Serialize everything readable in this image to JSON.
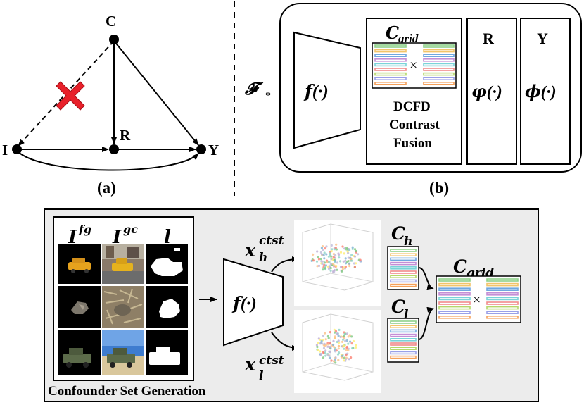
{
  "panel_a": {
    "caption": "(a)",
    "nodes": {
      "c": "C",
      "i": "I",
      "r": "R",
      "y": "Y"
    }
  },
  "panel_b": {
    "caption": "(b)",
    "f_star_label": "𝓕",
    "f_star_sub": "*",
    "encoder_label": "𝒇(·)",
    "cgrid_title": "𝑪",
    "cgrid_sub": "grid",
    "times_symbol": "×",
    "dcfd_lines": [
      "DCFD",
      "Contrast",
      "Fusion"
    ],
    "r_title": "R",
    "r_func": "𝝋(·)",
    "y_title": "Y",
    "y_func": "𝝓(·)"
  },
  "bottom_panel": {
    "background": "#ececec",
    "label": "Confounder Set Generation",
    "col_headers": {
      "fg_base": "𝑰",
      "fg_sup": "𝒇𝒈",
      "gc_base": "𝑰",
      "gc_sup": "𝒈𝒄",
      "l": "𝒍"
    },
    "encoder_label": "𝒇(·)",
    "x_h_base": "𝒙",
    "x_h_sup": "𝒄𝒕𝒔𝒕",
    "x_h_sub": "𝒉",
    "x_l_base": "𝒙",
    "x_l_sup": "𝒄𝒕𝒔𝒕",
    "x_l_sub": "𝒍",
    "c_h_base": "𝑪",
    "c_h_sub": "𝒉",
    "c_l_base": "𝑪",
    "c_l_sub": "𝒍",
    "cgrid_base": "𝑪",
    "cgrid_sub": "𝒈𝒓𝒊𝒅",
    "times_symbol": "×"
  },
  "colors": {
    "cross": "#e8202a",
    "line": "#000000",
    "bar_palette": [
      "#8fd18a",
      "#f2c46a",
      "#6fa7e0",
      "#c48fd6",
      "#7ad3d8",
      "#f28b8b",
      "#b5d86b",
      "#9aa0e8",
      "#f5a05a",
      "#5fc28f"
    ]
  }
}
